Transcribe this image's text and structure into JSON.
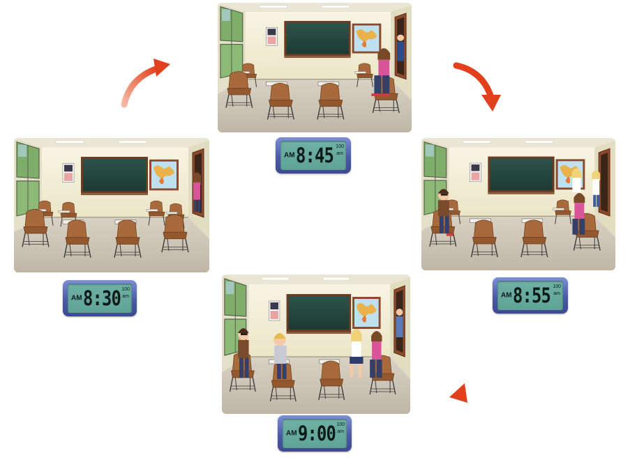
{
  "clocks": [
    {
      "ampm": "AM",
      "time": "8:30",
      "top": "100",
      "bottom": "am"
    },
    {
      "ampm": "AM",
      "time": "8:45",
      "top": "100",
      "bottom": "am"
    },
    {
      "ampm": "AM",
      "time": "8:55",
      "top": "100",
      "bottom": "am"
    },
    {
      "ampm": "AM",
      "time": "9:00",
      "top": "100",
      "bottom": "am"
    }
  ],
  "colors": {
    "arrow": "#e8502a",
    "clock_frame": "#4a5aa8",
    "clock_lcd": "#66a99c",
    "chalkboard": "#24463f",
    "wall": "#f4f1dc"
  },
  "arrows": [
    "arrow-top-left",
    "arrow-top-right",
    "arrow-bottom-right"
  ]
}
